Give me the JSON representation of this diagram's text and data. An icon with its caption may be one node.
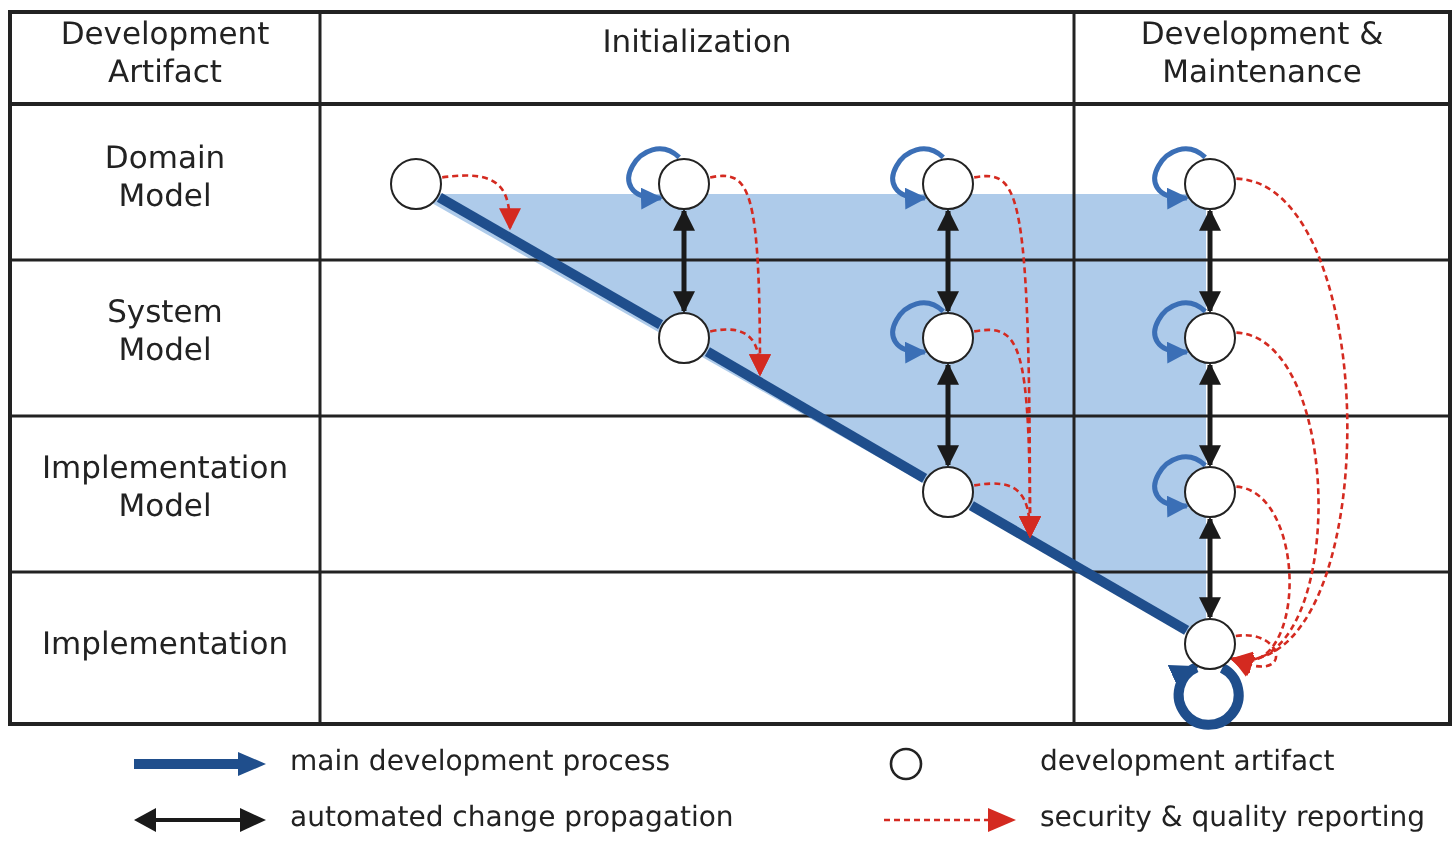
{
  "diagram": {
    "nodes": [
      {
        "text": [],
        "shape": "circle"
      },
      {
        "text": [],
        "shape": "circle"
      },
      {
        "text": [],
        "shape": "circle"
      },
      {
        "text": [],
        "shape": "circle"
      },
      {
        "text": [],
        "shape": "circle"
      },
      {
        "text": [],
        "shape": "circle"
      },
      {
        "text": [],
        "shape": "circle"
      },
      {
        "text": [],
        "shape": "circle"
      },
      {
        "text": [],
        "shape": "circle"
      },
      {
        "text": [],
        "shape": "circle"
      }
    ],
    "edges": [
      {
        "from": 0,
        "to": 4,
        "arrow": "none",
        "style": "thick",
        "color": "#1f4e8c"
      },
      {
        "from": 4,
        "to": 7,
        "arrow": "none",
        "style": "thick",
        "color": "#1f4e8c"
      },
      {
        "from": 7,
        "to": 9,
        "arrow": "none",
        "style": "thick",
        "color": "#1f4e8c"
      },
      {
        "from": 9,
        "to": 9,
        "arrow": "to",
        "style": "thick",
        "color": "#1f4e8c"
      },
      {
        "from": 1,
        "to": 1,
        "arrow": "to",
        "color": "#3b6fb6"
      },
      {
        "from": 2,
        "to": 2,
        "arrow": "to",
        "color": "#3b6fb6"
      },
      {
        "from": 3,
        "to": 3,
        "arrow": "to",
        "color": "#3b6fb6"
      },
      {
        "from": 5,
        "to": 5,
        "arrow": "to",
        "color": "#3b6fb6"
      },
      {
        "from": 6,
        "to": 6,
        "arrow": "to",
        "color": "#3b6fb6"
      },
      {
        "from": 8,
        "to": 8,
        "arrow": "to",
        "color": "#3b6fb6"
      },
      {
        "from": 1,
        "to": 4,
        "arrow": "both",
        "color": "#1a1a1a"
      },
      {
        "from": 2,
        "to": 5,
        "arrow": "both",
        "color": "#1a1a1a"
      },
      {
        "from": 5,
        "to": 7,
        "arrow": "both",
        "color": "#1a1a1a"
      },
      {
        "from": 3,
        "to": 6,
        "arrow": "both",
        "color": "#1a1a1a"
      },
      {
        "from": 6,
        "to": 8,
        "arrow": "both",
        "color": "#1a1a1a"
      },
      {
        "from": 8,
        "to": 9,
        "arrow": "both",
        "color": "#1a1a1a"
      },
      {
        "from": 0,
        "to": null,
        "arrow": "to",
        "style": "dashed"
      },
      {
        "from": 1,
        "to": null,
        "arrow": "to",
        "style": "dashed"
      },
      {
        "from": 4,
        "to": null,
        "arrow": "to",
        "style": "dashed"
      },
      {
        "from": 2,
        "to": null,
        "arrow": "to",
        "style": "dashed"
      },
      {
        "from": 5,
        "to": null,
        "arrow": "to",
        "style": "dashed"
      },
      {
        "from": 7,
        "to": null,
        "arrow": "to",
        "style": "dashed"
      },
      {
        "from": 3,
        "to": 9,
        "arrow": "to",
        "style": "dashed"
      },
      {
        "from": 6,
        "to": 9,
        "arrow": "to",
        "style": "dashed"
      },
      {
        "from": 8,
        "to": 9,
        "arrow": "to",
        "style": "dashed"
      },
      {
        "from": 9,
        "to": 9,
        "arrow": "to",
        "style": "dashed"
      }
    ],
    "labels": [
      "Development Artifact",
      "Initialization",
      "Development & Maintenance",
      "Domain Model",
      "System Model",
      "Implementation Model",
      "Implementation"
    ],
    "legend": [
      {
        "text": "main development process"
      },
      {
        "text": "development artifact"
      },
      {
        "text": "automated change propagation"
      },
      {
        "text": "security & quality reporting"
      }
    ]
  }
}
